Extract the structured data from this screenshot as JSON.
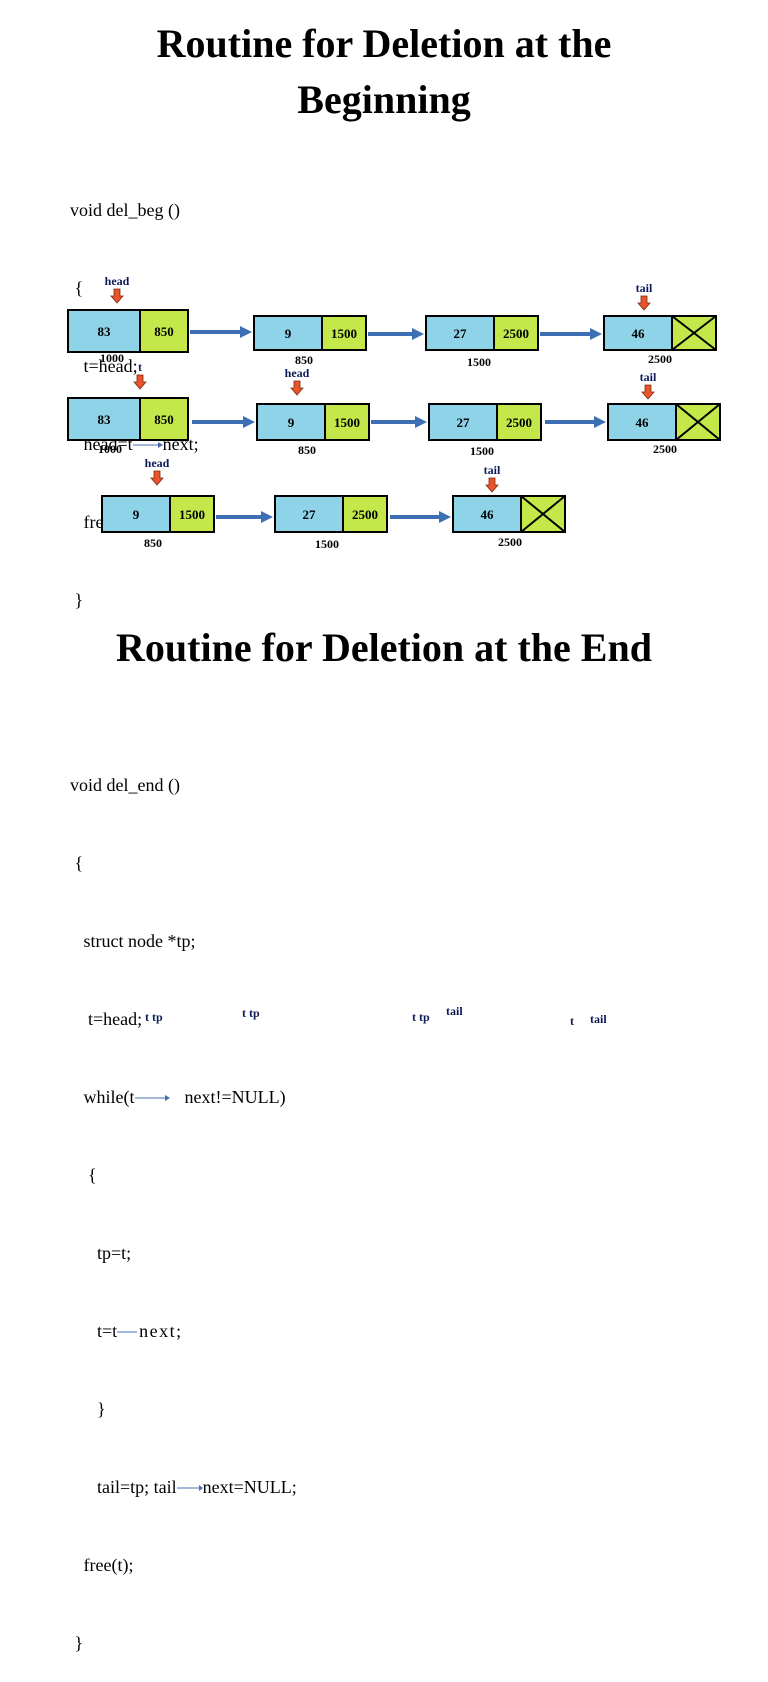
{
  "section1": {
    "title_line1": "Routine for Deletion at the",
    "title_line2": "Beginning",
    "code": [
      "void del_beg ()",
      " {",
      "   t=head;",
      "   head=t",
      "next;",
      "   free(t);",
      " }"
    ]
  },
  "section2": {
    "title": "Routine for Deletion at the End",
    "code": {
      "l1": "void del_end ()",
      "l2": " {",
      "l3": "   struct node *tp;",
      "l4": "    t=head;",
      "l5a": "   while(t",
      "l5b": "next!=NULL)",
      "l6": "    {",
      "l7": "      tp=t;",
      "l8a": "      t=t",
      "l8b": "next;",
      "l9": "      }",
      "l10a": "      tail=tp; tail",
      "l10b": "next=NULL;",
      "l11": "   free(t);",
      "l12": " }"
    },
    "bottom_labels": [
      "t tp",
      "t  tp",
      "t  tp",
      "tail",
      "t",
      "tail"
    ]
  },
  "diagram": {
    "row1": {
      "nodes": [
        {
          "data": "83",
          "next": "850",
          "addr": "1000"
        },
        {
          "data": "9",
          "next": "1500",
          "addr": "850"
        },
        {
          "data": "27",
          "next": "2500",
          "addr": "1500"
        },
        {
          "data": "46",
          "next": "",
          "addr": "2500"
        }
      ],
      "pointers": [
        "head",
        "tail"
      ]
    },
    "row2": {
      "nodes": [
        {
          "data": "83",
          "next": "850",
          "addr": "1000"
        },
        {
          "data": "9",
          "next": "1500",
          "addr": "850"
        },
        {
          "data": "27",
          "next": "2500",
          "addr": "1500"
        },
        {
          "data": "46",
          "next": "",
          "addr": "2500"
        }
      ],
      "pointers": [
        "t",
        "head",
        "tail"
      ]
    },
    "row3": {
      "nodes": [
        {
          "data": "9",
          "next": "1500",
          "addr": "850"
        },
        {
          "data": "27",
          "next": "2500",
          "addr": "1500"
        },
        {
          "data": "46",
          "next": "",
          "addr": "2500"
        }
      ],
      "pointers": [
        "head",
        "tail"
      ]
    },
    "colors": {
      "data_fill": "#8fd3e8",
      "next_fill": "#c4e84a",
      "arrow": "#3d6fb5",
      "pointer_arrow": "#e8552a"
    }
  }
}
